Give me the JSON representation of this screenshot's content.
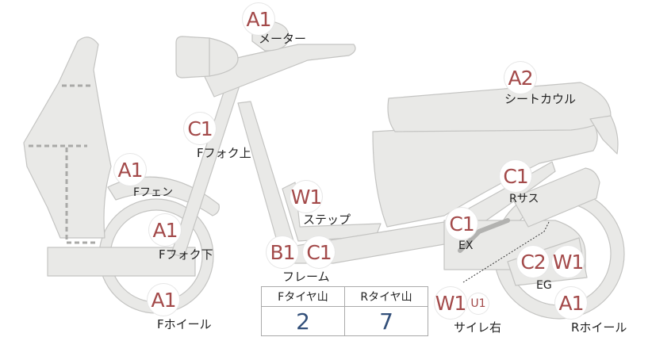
{
  "parts": [
    {
      "id": "meter",
      "grade": "A1",
      "label": "メーター"
    },
    {
      "id": "seat-cowl",
      "grade": "A2",
      "label": "シートカウル"
    },
    {
      "id": "f-fork-upper",
      "grade": "C1",
      "label": "Fフォク上"
    },
    {
      "id": "f-fender",
      "grade": "A1",
      "label": "Fフェン"
    },
    {
      "id": "step",
      "grade": "W1",
      "label": "ステップ"
    },
    {
      "id": "r-suspension",
      "grade": "C1",
      "label": "Rサス"
    },
    {
      "id": "ex",
      "grade": "C1",
      "label": "EX"
    },
    {
      "id": "f-fork-lower",
      "grade": "A1",
      "label": "Fフォク下"
    },
    {
      "id": "frame",
      "grades": [
        "B1",
        "C1"
      ],
      "label": "フレーム"
    },
    {
      "id": "eg",
      "grades": [
        "C2",
        "W1"
      ],
      "label": "EG"
    },
    {
      "id": "f-wheel",
      "grade": "A1",
      "label": "Fホイール"
    },
    {
      "id": "r-wheel",
      "grade": "A1",
      "label": "Rホイール"
    },
    {
      "id": "muffler-right",
      "grades": [
        "W1",
        "U1"
      ],
      "label": "サイレ右"
    }
  ],
  "tread_table": {
    "headers": [
      "Fタイヤ山",
      "Rタイヤ山"
    ],
    "values": [
      "2",
      "7"
    ]
  },
  "colors": {
    "part_fill": "#e9e9e7",
    "part_stroke": "#c4c4c2",
    "grade_text": "#a34a4a",
    "tread_value": "#33507a"
  }
}
